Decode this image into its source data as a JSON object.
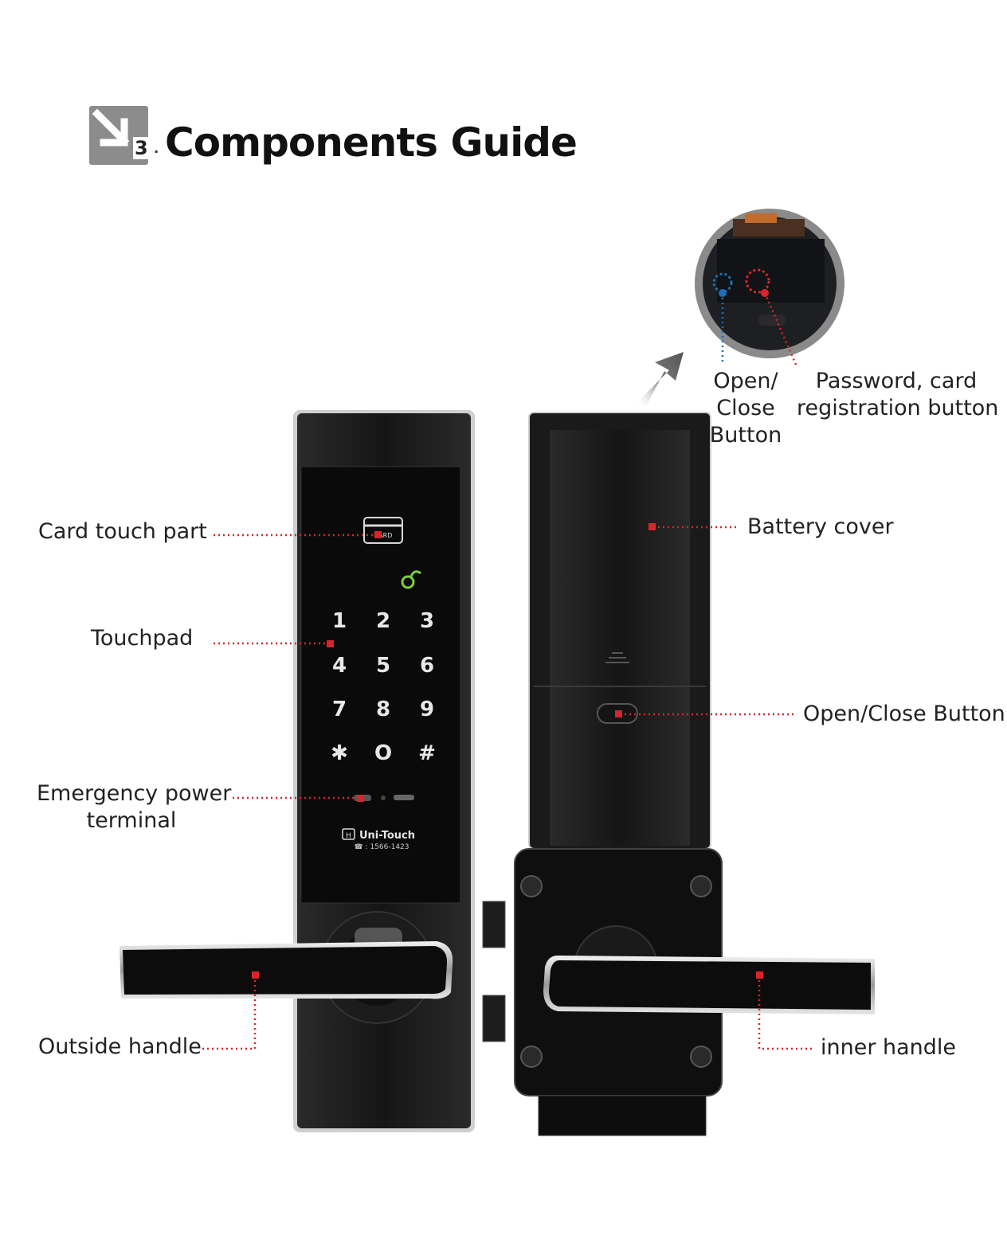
{
  "header": {
    "number": "3",
    "separator": ".",
    "title": "Components Guide"
  },
  "lock_face": {
    "brand": "Uni-Touch",
    "phone": "☎ : 1566-1423",
    "card_label": "CARD",
    "keys": [
      "1",
      "2",
      "3",
      "4",
      "5",
      "6",
      "7",
      "8",
      "9",
      "✱",
      "O",
      "#"
    ]
  },
  "callouts": {
    "card_touch_part": "Card touch part",
    "touchpad": "Touchpad",
    "emergency_power_line1": "Emergency power",
    "emergency_power_line2": "terminal",
    "outside_handle": "Outside handle",
    "battery_cover": "Battery cover",
    "open_close_button": "Open/Close Button",
    "inner_handle": "inner handle",
    "zoom_open_close_line1": "Open/",
    "zoom_open_close_line2": "Close",
    "zoom_open_close_line3": "Button",
    "zoom_password_line1": "Password, card",
    "zoom_password_line2": "registration button"
  },
  "colors": {
    "accent_red": "#d6262a",
    "accent_blue": "#1b6fb8",
    "body_black": "#141414",
    "label_text": "#222222"
  }
}
